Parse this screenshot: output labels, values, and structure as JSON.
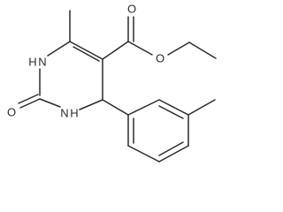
{
  "molecule": {
    "atom_labels": {
      "nh_top": "H",
      "n_top": "N",
      "nh_bottom": "H",
      "n_bottom": "N",
      "o_urea": "O",
      "o_carbonyl": "O",
      "o_ester": "O"
    }
  }
}
